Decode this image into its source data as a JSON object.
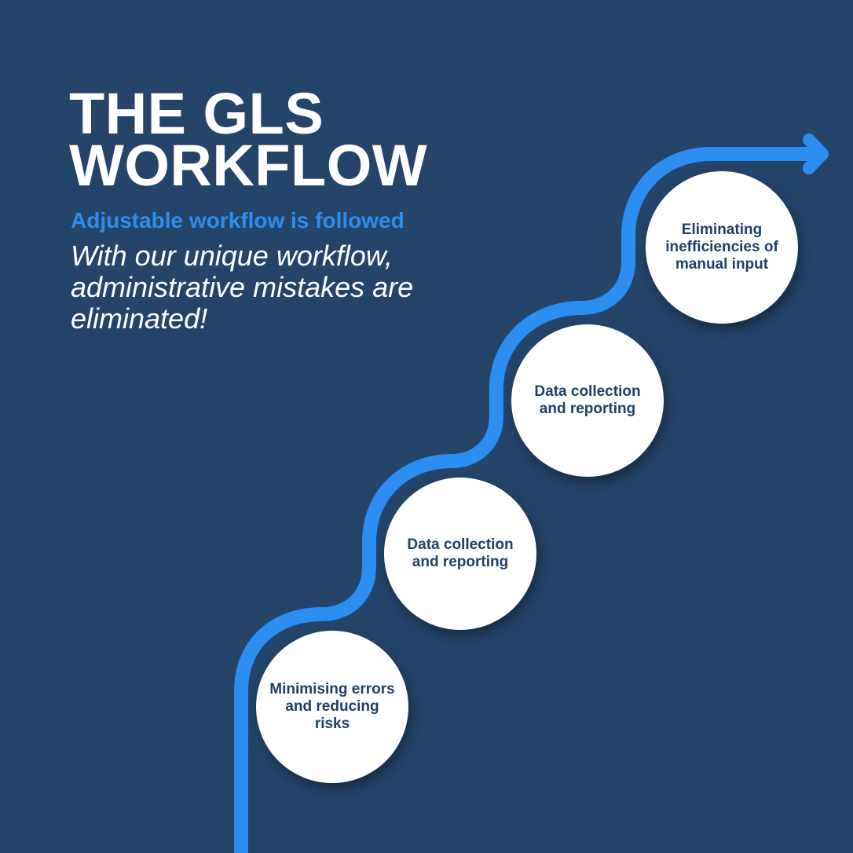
{
  "header": {
    "title_line1": "THE GLS",
    "title_line2": "WORKFLOW",
    "subtitle": "Adjustable workflow is followed",
    "tagline": "With our unique workflow, administrative mistakes are eliminated!"
  },
  "steps": [
    {
      "label": "Minimising errors and reducing risks"
    },
    {
      "label": "Data collection and reporting"
    },
    {
      "label": "Data collection and reporting"
    },
    {
      "label": "Eliminating inefficiencies of manual input"
    }
  ],
  "colors": {
    "background": "#24446a",
    "accent": "#2b8ef0",
    "circle": "#ffffff",
    "circle_text": "#1f3f66",
    "title": "#ffffff"
  },
  "icons": {
    "arrow": "arrow-right-icon"
  }
}
